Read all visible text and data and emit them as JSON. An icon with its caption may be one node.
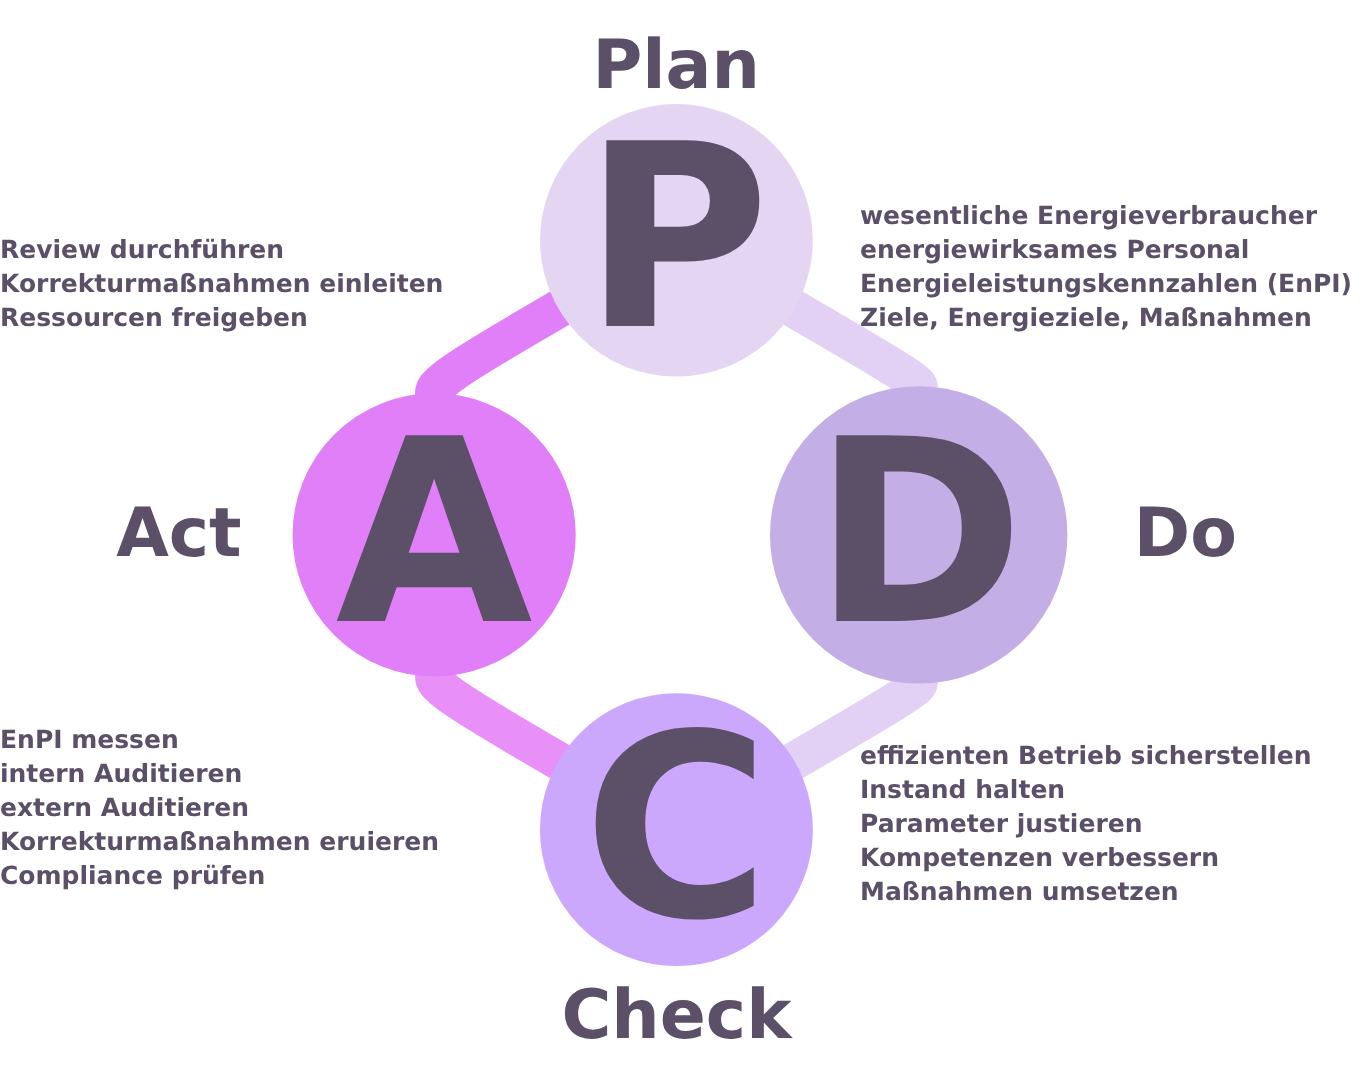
{
  "diagram": {
    "nodes": [
      {
        "text": [
          "P"
        ],
        "beside": [
          "Plan"
        ]
      },
      {
        "text": [
          "A"
        ],
        "beside": [
          "Act"
        ]
      },
      {
        "text": [
          "D"
        ],
        "beside": [
          "Do"
        ]
      },
      {
        "text": [
          "C"
        ],
        "beside": [
          "Check"
        ]
      }
    ],
    "edges": [
      {
        "from": 0,
        "to": 2,
        "arrow": "none",
        "color": "#e3d0f5"
      },
      {
        "from": 2,
        "to": 3,
        "arrow": "none",
        "color": "#e3d0f5"
      },
      {
        "from": 1,
        "to": 3,
        "arrow": "none",
        "color": "#e890f8"
      },
      {
        "from": 0,
        "to": 1,
        "arrow": "none",
        "color": "#e07ff8"
      }
    ],
    "labels": [
      "Review durchführen",
      "Korrekturmaßnahmen einleiten",
      "Ressourcen freigeben",
      "wesentliche Energieverbraucher",
      "energiewirksames Personal",
      "Energieleistungskennzahlen (EnPI)",
      "Ziele, Energieziele, Maßnahmen",
      "EnPI messen",
      "intern Auditieren",
      "extern Auditieren",
      "Korrekturmaßnahmen eruieren",
      "Compliance prüfen",
      "effizienten Betrieb sicherstellen",
      "Instand halten",
      "Parameter justieren",
      "Kompetenzen verbessern",
      "Maßnahmen umsetzen"
    ]
  }
}
